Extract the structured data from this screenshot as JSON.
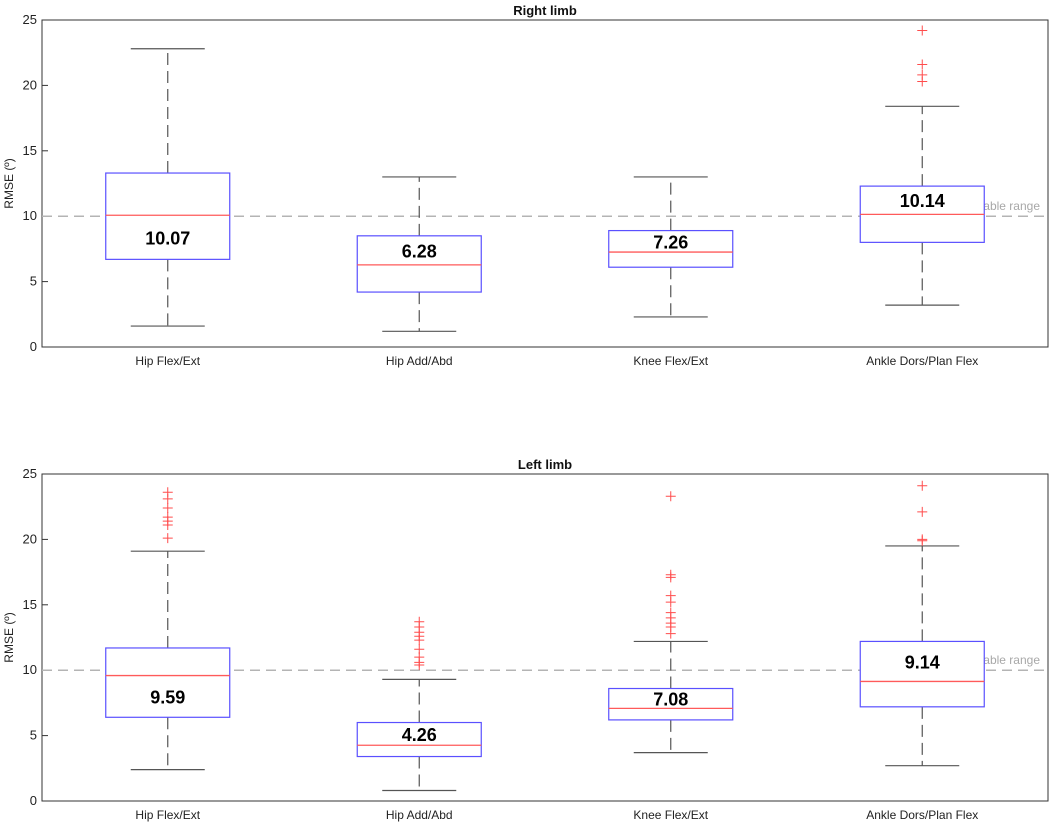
{
  "colors": {
    "box": "#5a50ff",
    "median": "#ff5a5a",
    "outlier": "#ff4c4c",
    "whisker": "#555555",
    "reference": "#b4b4b4",
    "reference_text": "#a8a8a8",
    "axis": "#333333"
  },
  "chart_data": [
    {
      "type": "box",
      "title": "Right limb",
      "ylabel": "RMSE (º)",
      "ylim": [
        0,
        25
      ],
      "yticks": [
        0,
        5,
        10,
        15,
        20,
        25
      ],
      "reference_line": {
        "y": 10,
        "label": "Despicable range",
        "style": "dashed"
      },
      "categories": [
        "Hip Flex/Ext",
        "Hip Add/Abd",
        "Knee Flex/Ext",
        "Ankle Dors/Plan Flex"
      ],
      "boxes": [
        {
          "q1": 6.7,
          "median": 10.07,
          "q3": 13.3,
          "whisker_low": 1.6,
          "whisker_high": 22.8,
          "label": "10.07",
          "outliers": []
        },
        {
          "q1": 4.2,
          "median": 6.28,
          "q3": 8.5,
          "whisker_low": 1.2,
          "whisker_high": 13.0,
          "label": "6.28",
          "outliers": []
        },
        {
          "q1": 6.1,
          "median": 7.26,
          "q3": 8.9,
          "whisker_low": 2.3,
          "whisker_high": 13.0,
          "label": "7.26",
          "outliers": []
        },
        {
          "q1": 8.0,
          "median": 10.14,
          "q3": 12.3,
          "whisker_low": 3.2,
          "whisker_high": 18.4,
          "label": "10.14",
          "outliers": [
            20.3,
            20.8,
            21.6,
            24.2
          ]
        }
      ]
    },
    {
      "type": "box",
      "title": "Left limb",
      "ylabel": "RMSE (º)",
      "ylim": [
        0,
        25
      ],
      "yticks": [
        0,
        5,
        10,
        15,
        20,
        25
      ],
      "reference_line": {
        "y": 10,
        "label": "Despicable range",
        "style": "dashed"
      },
      "categories": [
        "Hip Flex/Ext",
        "Hip Add/Abd",
        "Knee Flex/Ext",
        "Ankle Dors/Plan Flex"
      ],
      "boxes": [
        {
          "q1": 6.4,
          "median": 9.59,
          "q3": 11.7,
          "whisker_low": 2.4,
          "whisker_high": 19.1,
          "label": "9.59",
          "outliers": [
            20.1,
            21.1,
            21.4,
            21.7,
            22.4,
            23.1,
            23.6
          ]
        },
        {
          "q1": 3.4,
          "median": 4.26,
          "q3": 6.0,
          "whisker_low": 0.8,
          "whisker_high": 9.3,
          "label": "4.26",
          "outliers": [
            10.4,
            10.6,
            11.0,
            11.6,
            12.3,
            12.6,
            12.9,
            13.3,
            13.7
          ]
        },
        {
          "q1": 6.2,
          "median": 7.08,
          "q3": 8.6,
          "whisker_low": 3.7,
          "whisker_high": 12.2,
          "label": "7.08",
          "outliers": [
            12.8,
            13.3,
            13.6,
            14.0,
            14.4,
            15.2,
            15.7,
            17.1,
            17.3,
            23.3
          ]
        },
        {
          "q1": 7.2,
          "median": 9.14,
          "q3": 12.2,
          "whisker_low": 2.7,
          "whisker_high": 19.5,
          "label": "9.14",
          "outliers": [
            19.9,
            20.0,
            22.1,
            24.1
          ]
        }
      ]
    }
  ]
}
